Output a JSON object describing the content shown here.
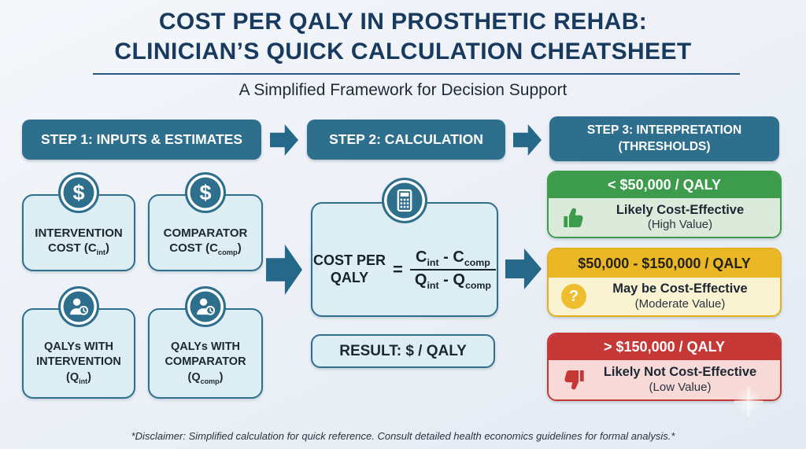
{
  "header": {
    "title_line1": "COST PER QALY IN PROSTHETIC REHAB:",
    "title_line2": "CLINICIAN’S QUICK CALCULATION CHEATSHEET",
    "subtitle": "A Simplified Framework for Decision Support"
  },
  "steps": {
    "step1_label": "STEP 1: INPUTS & ESTIMATES",
    "step2_label": "STEP 2: CALCULATION",
    "step3_label_line1": "STEP 3: INTERPRETATION",
    "step3_label_line2": "(THRESHOLDS)"
  },
  "input_boxes": [
    {
      "icon": "dollar-icon",
      "glyph": "$",
      "line1": "INTERVENTION",
      "line2_pre": "COST (C",
      "sub": "int",
      "line2_post": ")"
    },
    {
      "icon": "dollar-icon",
      "glyph": "$",
      "line1": "COMPARATOR",
      "line2_pre": "COST (C",
      "sub": "comp",
      "line2_post": ")"
    },
    {
      "icon": "person-clock-icon",
      "line1": "QALYs WITH",
      "line2": "INTERVENTION",
      "line3_pre": "(Q",
      "sub": "int",
      "line3_post": ")"
    },
    {
      "icon": "person-clock-icon",
      "line1": "QALYs WITH",
      "line2": "COMPARATOR",
      "line3_pre": "(Q",
      "sub": "comp",
      "line3_post": ")"
    }
  ],
  "calculation": {
    "icon": "calculator-icon",
    "lhs_line1": "COST PER",
    "lhs_line2": "QALY",
    "equals": "=",
    "num_a": "C",
    "num_a_sub": "int",
    "num_op": "-",
    "num_b": "C",
    "num_b_sub": "comp",
    "den_a": "Q",
    "den_a_sub": "int",
    "den_op": "-",
    "den_b": "Q",
    "den_b_sub": "comp",
    "result_label": "RESULT: $ / QALY"
  },
  "thresholds": [
    {
      "range": "< $50,000 / QALY",
      "verdict": "Likely Cost-Effective",
      "note": "(High Value)",
      "icon": "thumbs-up-icon",
      "tone": "green"
    },
    {
      "range": "$50,000 - $150,000 / QALY",
      "verdict": "May be Cost-Effective",
      "note": "(Moderate Value)",
      "icon": "question-icon",
      "glyph": "?",
      "tone": "yellow"
    },
    {
      "range": "> $150,000 / QALY",
      "verdict": "Likely Not Cost-Effective",
      "note": "(Low Value)",
      "icon": "thumbs-down-icon",
      "tone": "red"
    }
  ],
  "footer": {
    "disclaimer": "*Disclaimer: Simplified calculation for quick reference. Consult detailed health economics guidelines for formal analysis.*"
  },
  "colors": {
    "teal": "#2e6f8e",
    "navy_title": "#173a5e",
    "green": "#3d9b4c",
    "green_light": "#dceadb",
    "yellow": "#eab824",
    "yellow_light": "#faf3d2",
    "red": "#c63836",
    "red_light": "#f7d9d7",
    "box_light": "#dcedf3"
  }
}
